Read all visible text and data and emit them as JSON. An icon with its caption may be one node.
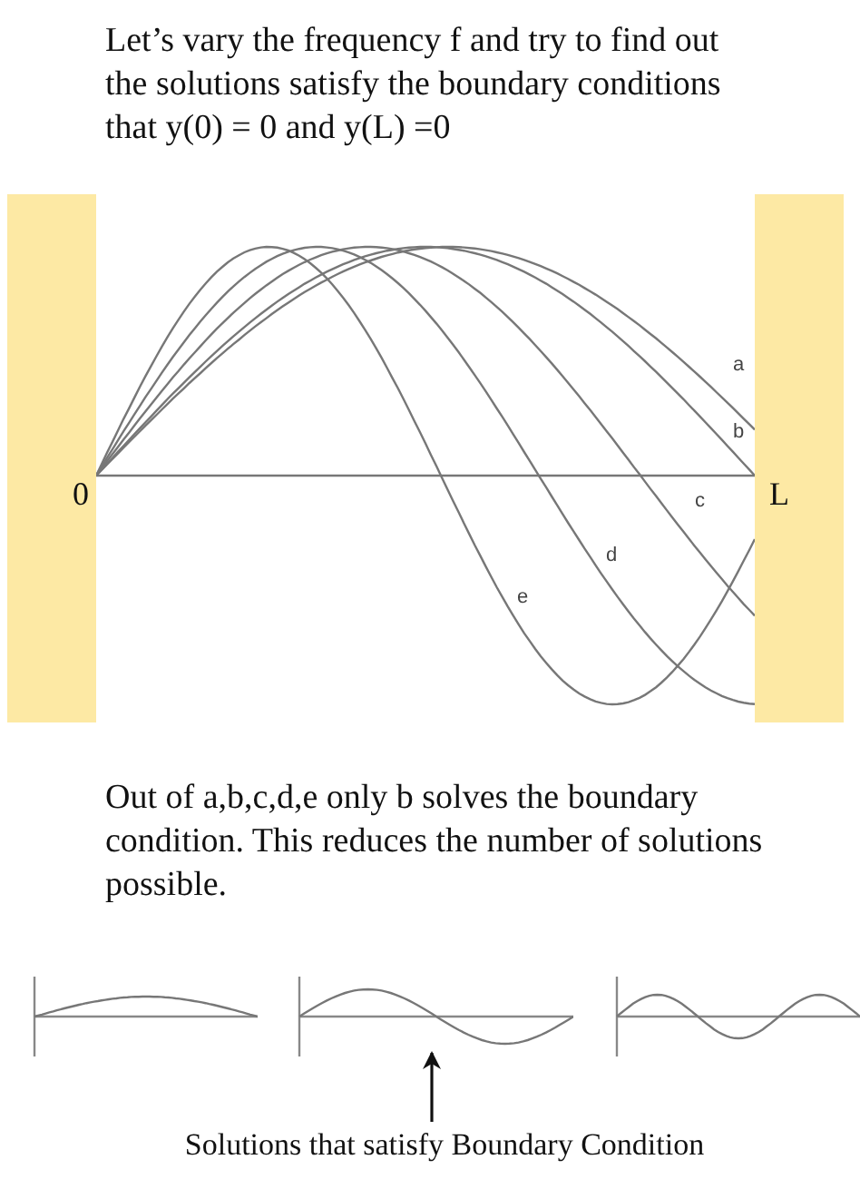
{
  "diagram": {
    "nodes": [
      {
        "text": [
          "Solutions that satisfy Boundary Condition"
        ]
      },
      {
        "text": [],
        "shape": "picture"
      },
      {
        "text": [],
        "shape": "picture"
      },
      {
        "text": [],
        "shape": "picture"
      }
    ],
    "edges": [
      {
        "from": 0,
        "to": 2,
        "arrow": "to"
      }
    ],
    "labels": [
      "Let’s vary the frequency f and try to find out the solutions satisfy the boundary conditions that y(0) = 0 and y(L) =0",
      "0",
      "L",
      "a",
      "b",
      "c",
      "d",
      "e",
      "Out of a,b,c,d,e only b solves the boundary condition. This reduces the number of solutions possible."
    ]
  }
}
